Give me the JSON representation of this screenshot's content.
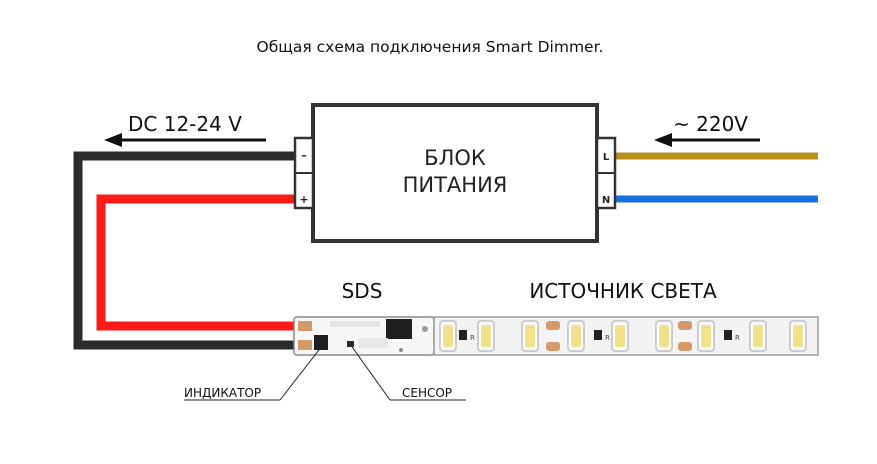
{
  "title": "Общая схема подключения Smart Dimmer.",
  "psu": {
    "line1": "БЛОК",
    "line2": "ПИТАНИЯ",
    "term_minus": "–",
    "term_plus": "+",
    "term_L": "L",
    "term_N": "N"
  },
  "dc_label": "DC 12-24 V",
  "ac_label": "~ 220V",
  "sds_label": "SDS",
  "light_label": "ИСТОЧНИК СВЕТА",
  "indicator_label": "ИНДИКАТОР",
  "sensor_label": "СЕНСОР",
  "resistor_mark": "R",
  "colors": {
    "black_wire": "#2b2b2b",
    "red_wire": "#ff1a1a",
    "brown_wire": "#b8901a",
    "blue_wire": "#1a6fe0",
    "led_yellow": "#f2e08a",
    "pad_copper": "#d49a6a"
  }
}
